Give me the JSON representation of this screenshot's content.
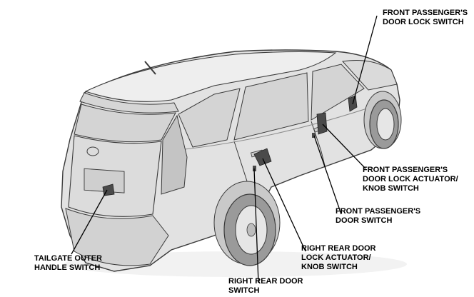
{
  "callouts": {
    "front_passenger_door_lock_switch": [
      "FRONT PASSENGER'S",
      "DOOR LOCK SWITCH"
    ],
    "front_passenger_door_lock_actuator": [
      "FRONT PASSENGER'S",
      "DOOR LOCK ACTUATOR/",
      "KNOB SWITCH"
    ],
    "front_passenger_door_switch": [
      "FRONT PASSENGER'S",
      "DOOR SWITCH"
    ],
    "right_rear_door_lock_actuator": [
      "RIGHT REAR DOOR",
      "LOCK ACTUATOR/",
      "KNOB SWITCH"
    ],
    "right_rear_door_switch": [
      "RIGHT REAR DOOR",
      "SWITCH"
    ],
    "tailgate_outer_handle_switch": [
      "TAILGATE OUTER",
      "HANDLE SWITCH"
    ]
  },
  "colors": {
    "body": "#e2e2e2",
    "body_shadow": "#c9c9c9",
    "glass": "#d4d4d4",
    "tire": "#9a9a9a",
    "outline": "#3a3a3a",
    "component": "#4a4a4a"
  }
}
